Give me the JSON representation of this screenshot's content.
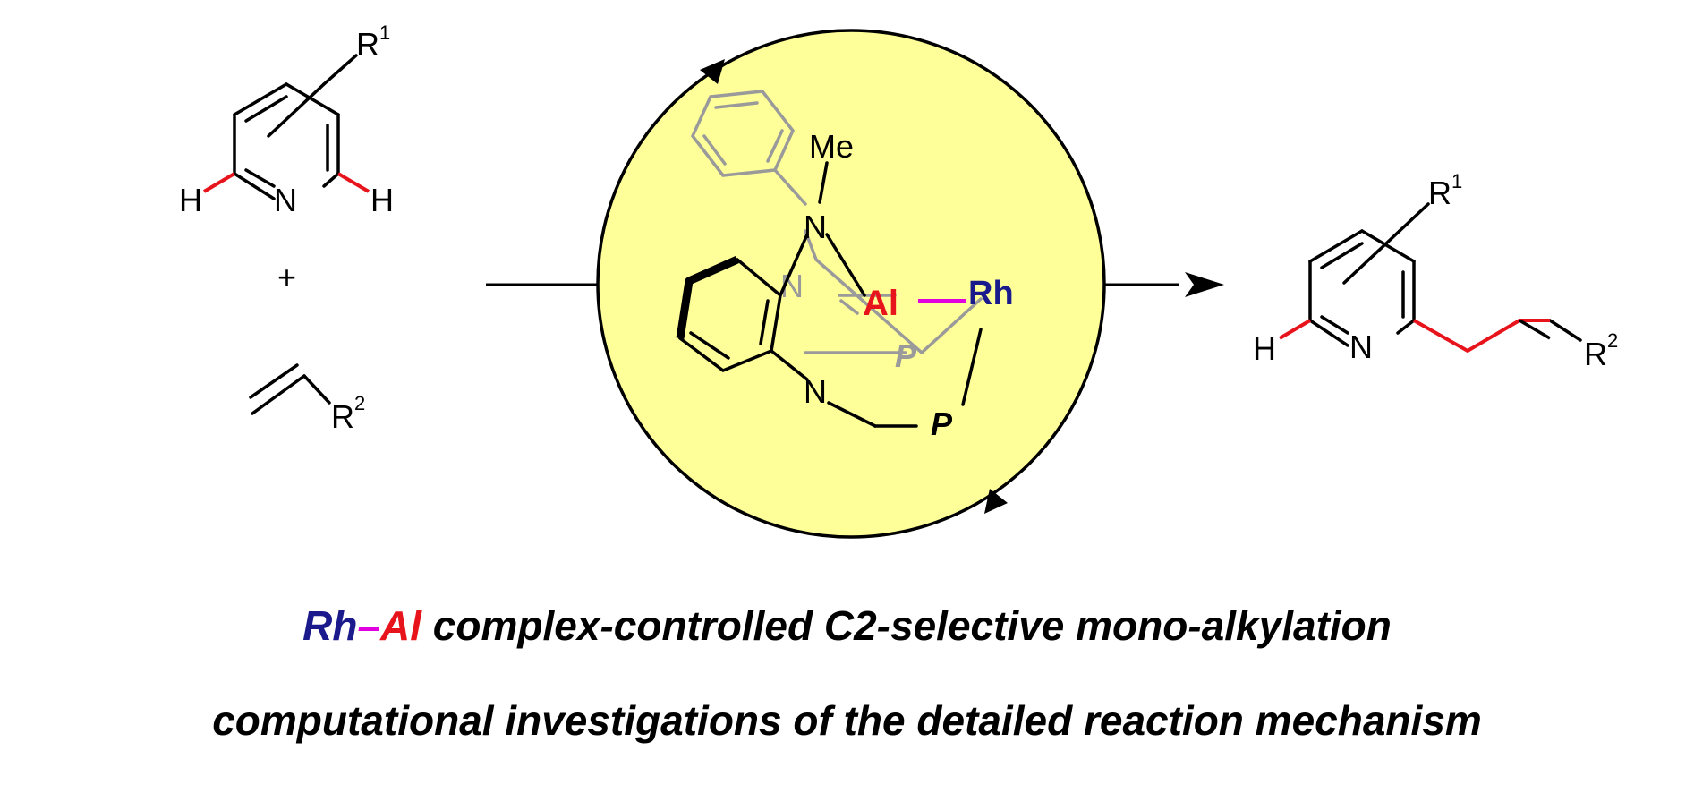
{
  "reactants": {
    "pyridine": {
      "atom_n": "N",
      "atom_h_left": "H",
      "atom_h_right": "H",
      "substituent": "R",
      "substituent_sup": "1"
    },
    "plus": "+",
    "alkene": {
      "substituent": "R",
      "substituent_sup": "2"
    }
  },
  "catalyst": {
    "methyl": "Me",
    "n_top": "N",
    "n_middle": "N",
    "n_bottom": "N",
    "al": "Al",
    "rh": "Rh",
    "p_back": "P",
    "p_front": "P"
  },
  "product": {
    "atom_n": "N",
    "atom_h": "H",
    "substituent1": "R",
    "substituent1_sup": "1",
    "substituent2": "R",
    "substituent2_sup": "2"
  },
  "caption": {
    "line1_rh": "Rh",
    "line1_dash": "–",
    "line1_al": "Al",
    "line1_rest": " complex-controlled C2-selective mono-alkylation",
    "line2": "computational investigations of the detailed reaction mechanism"
  },
  "colors": {
    "circle_fill": "#FFFF99",
    "rh": "#1A1A8C",
    "al": "#E8141C",
    "rh_al_bond": "#E000E0",
    "highlight_bond": "#E8141C",
    "back_ligand": "#9A9A9A"
  }
}
